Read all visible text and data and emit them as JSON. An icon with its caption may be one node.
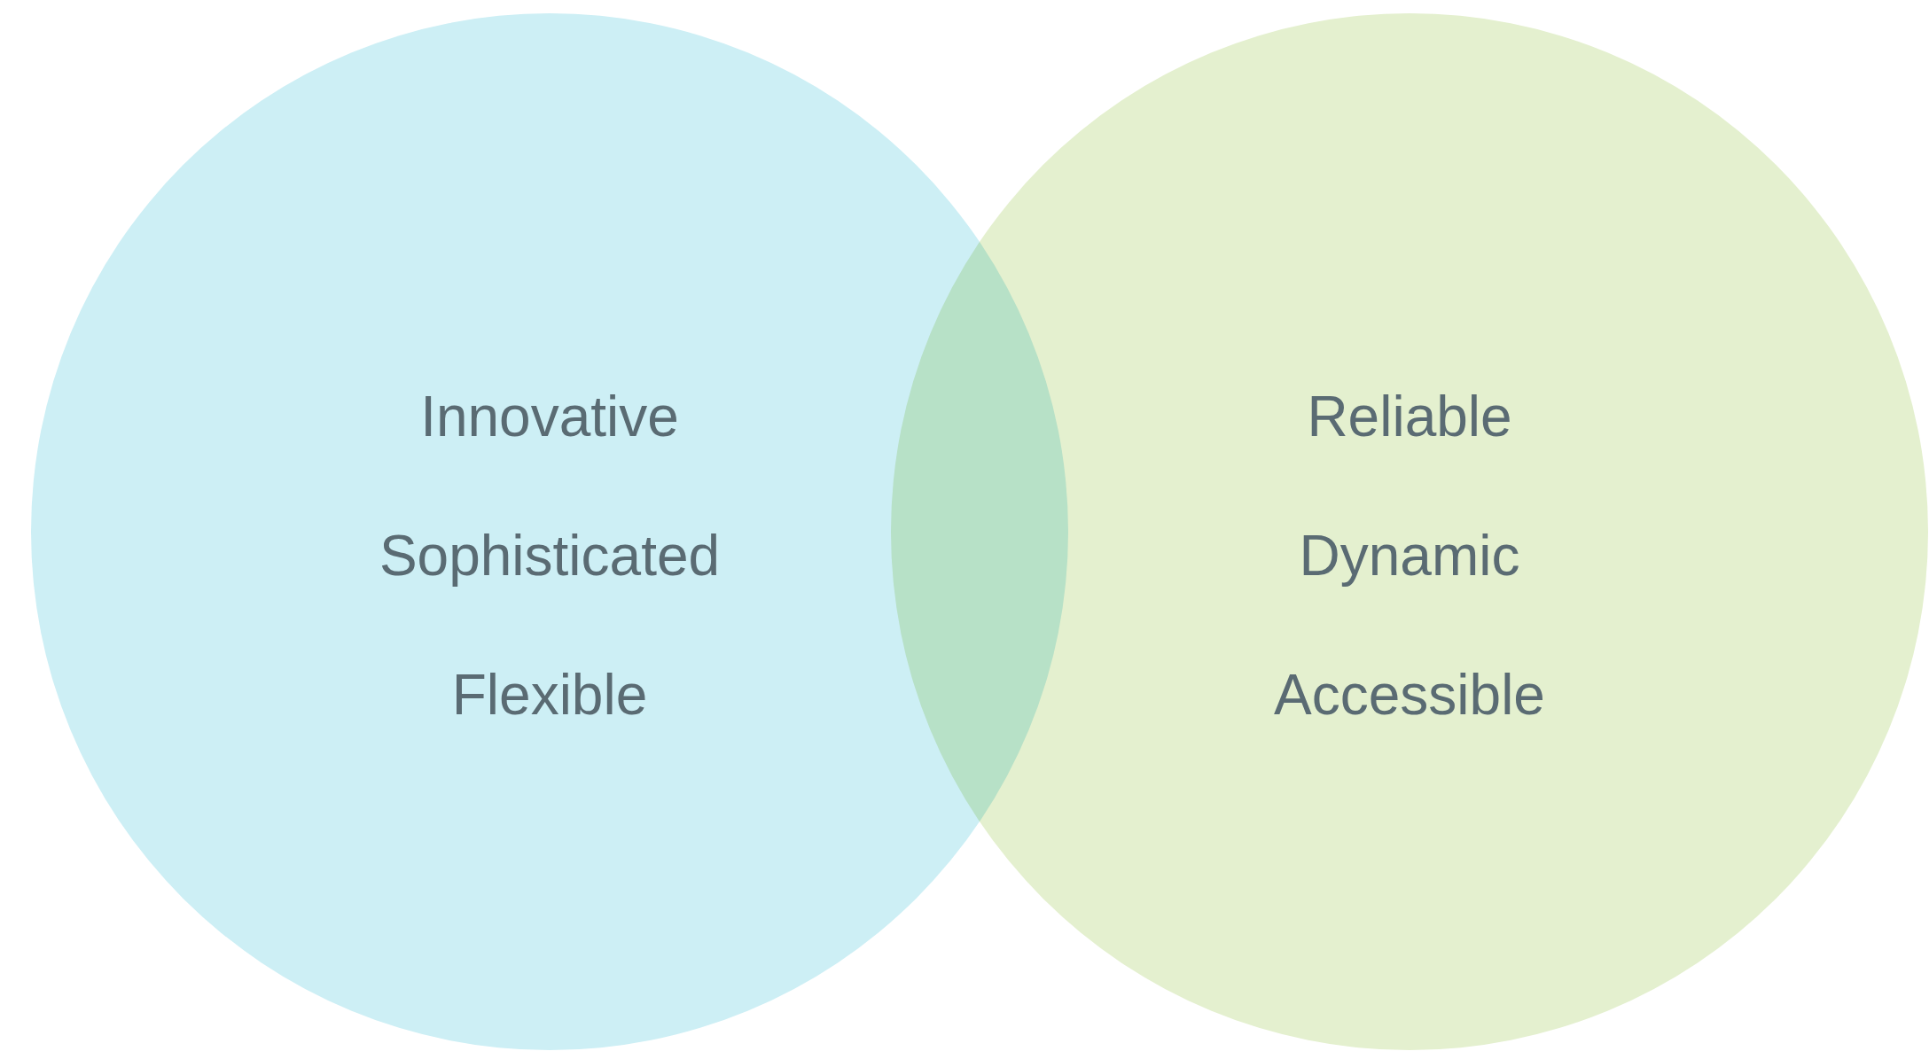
{
  "diagram": {
    "nodes": [
      {
        "text": [
          "Innovative",
          "Sophisticated",
          "Flexible"
        ]
      },
      {
        "text": [
          "Reliable",
          "Dynamic",
          "Accessible"
        ]
      }
    ]
  }
}
